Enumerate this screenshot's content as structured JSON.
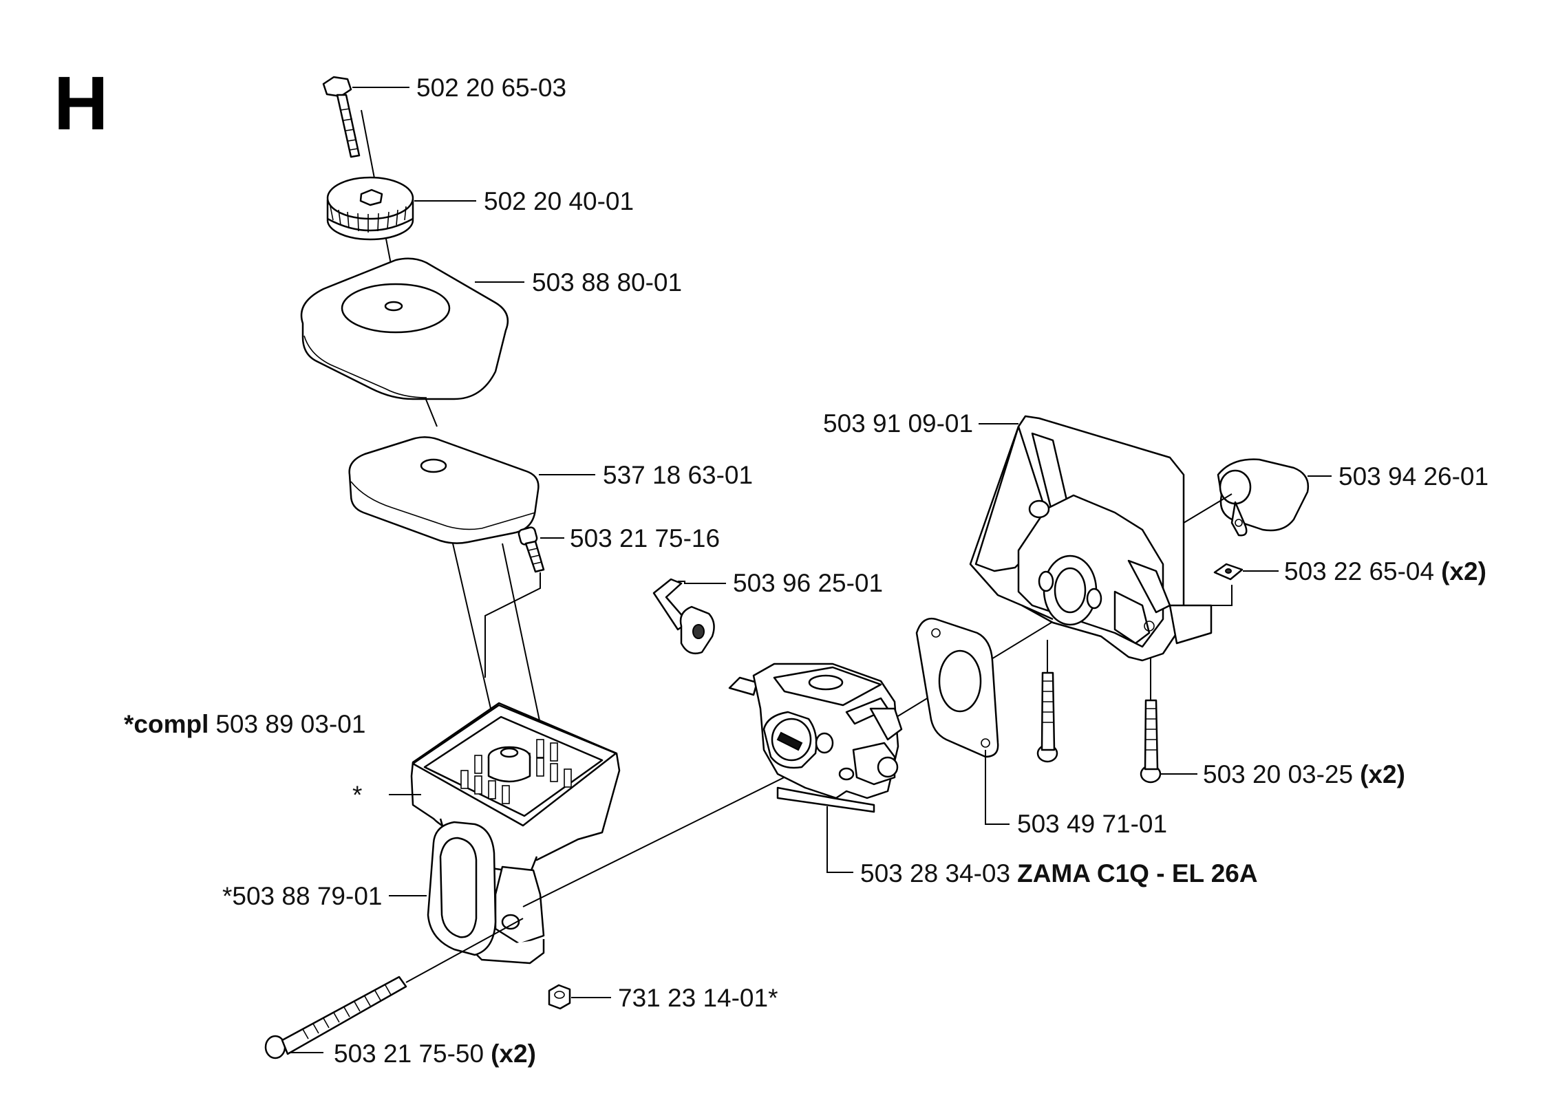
{
  "section_letter": "H",
  "labels": {
    "screw_top": "502 20 65-03",
    "knob": "502 20 40-01",
    "filter_cover": "503 88 80-01",
    "filter": "537 18 63-01",
    "screw_small": "503 21 75-16",
    "throttle_link": "503 96 25-01",
    "compl_prefix": "*compl",
    "compl_number": "503 89 03-01",
    "star_marker": "*",
    "primer": "*503 88 79-01",
    "nut": "731 23 14-01*",
    "long_bolt_number": "503 21 75-50",
    "long_bolt_qty": "(x2)",
    "carburetor_number": "503 28 34-03",
    "carburetor_model": "ZAMA C1Q - EL 26A",
    "gasket": "503 49 71-01",
    "intake_number": "503 91 09-01",
    "sleeve": "503 94 26-01",
    "clip_number": "503 22 65-04",
    "clip_qty": "(x2)",
    "screw_mount_number": "503 20 03-25",
    "screw_mount_qty": "(x2)"
  }
}
